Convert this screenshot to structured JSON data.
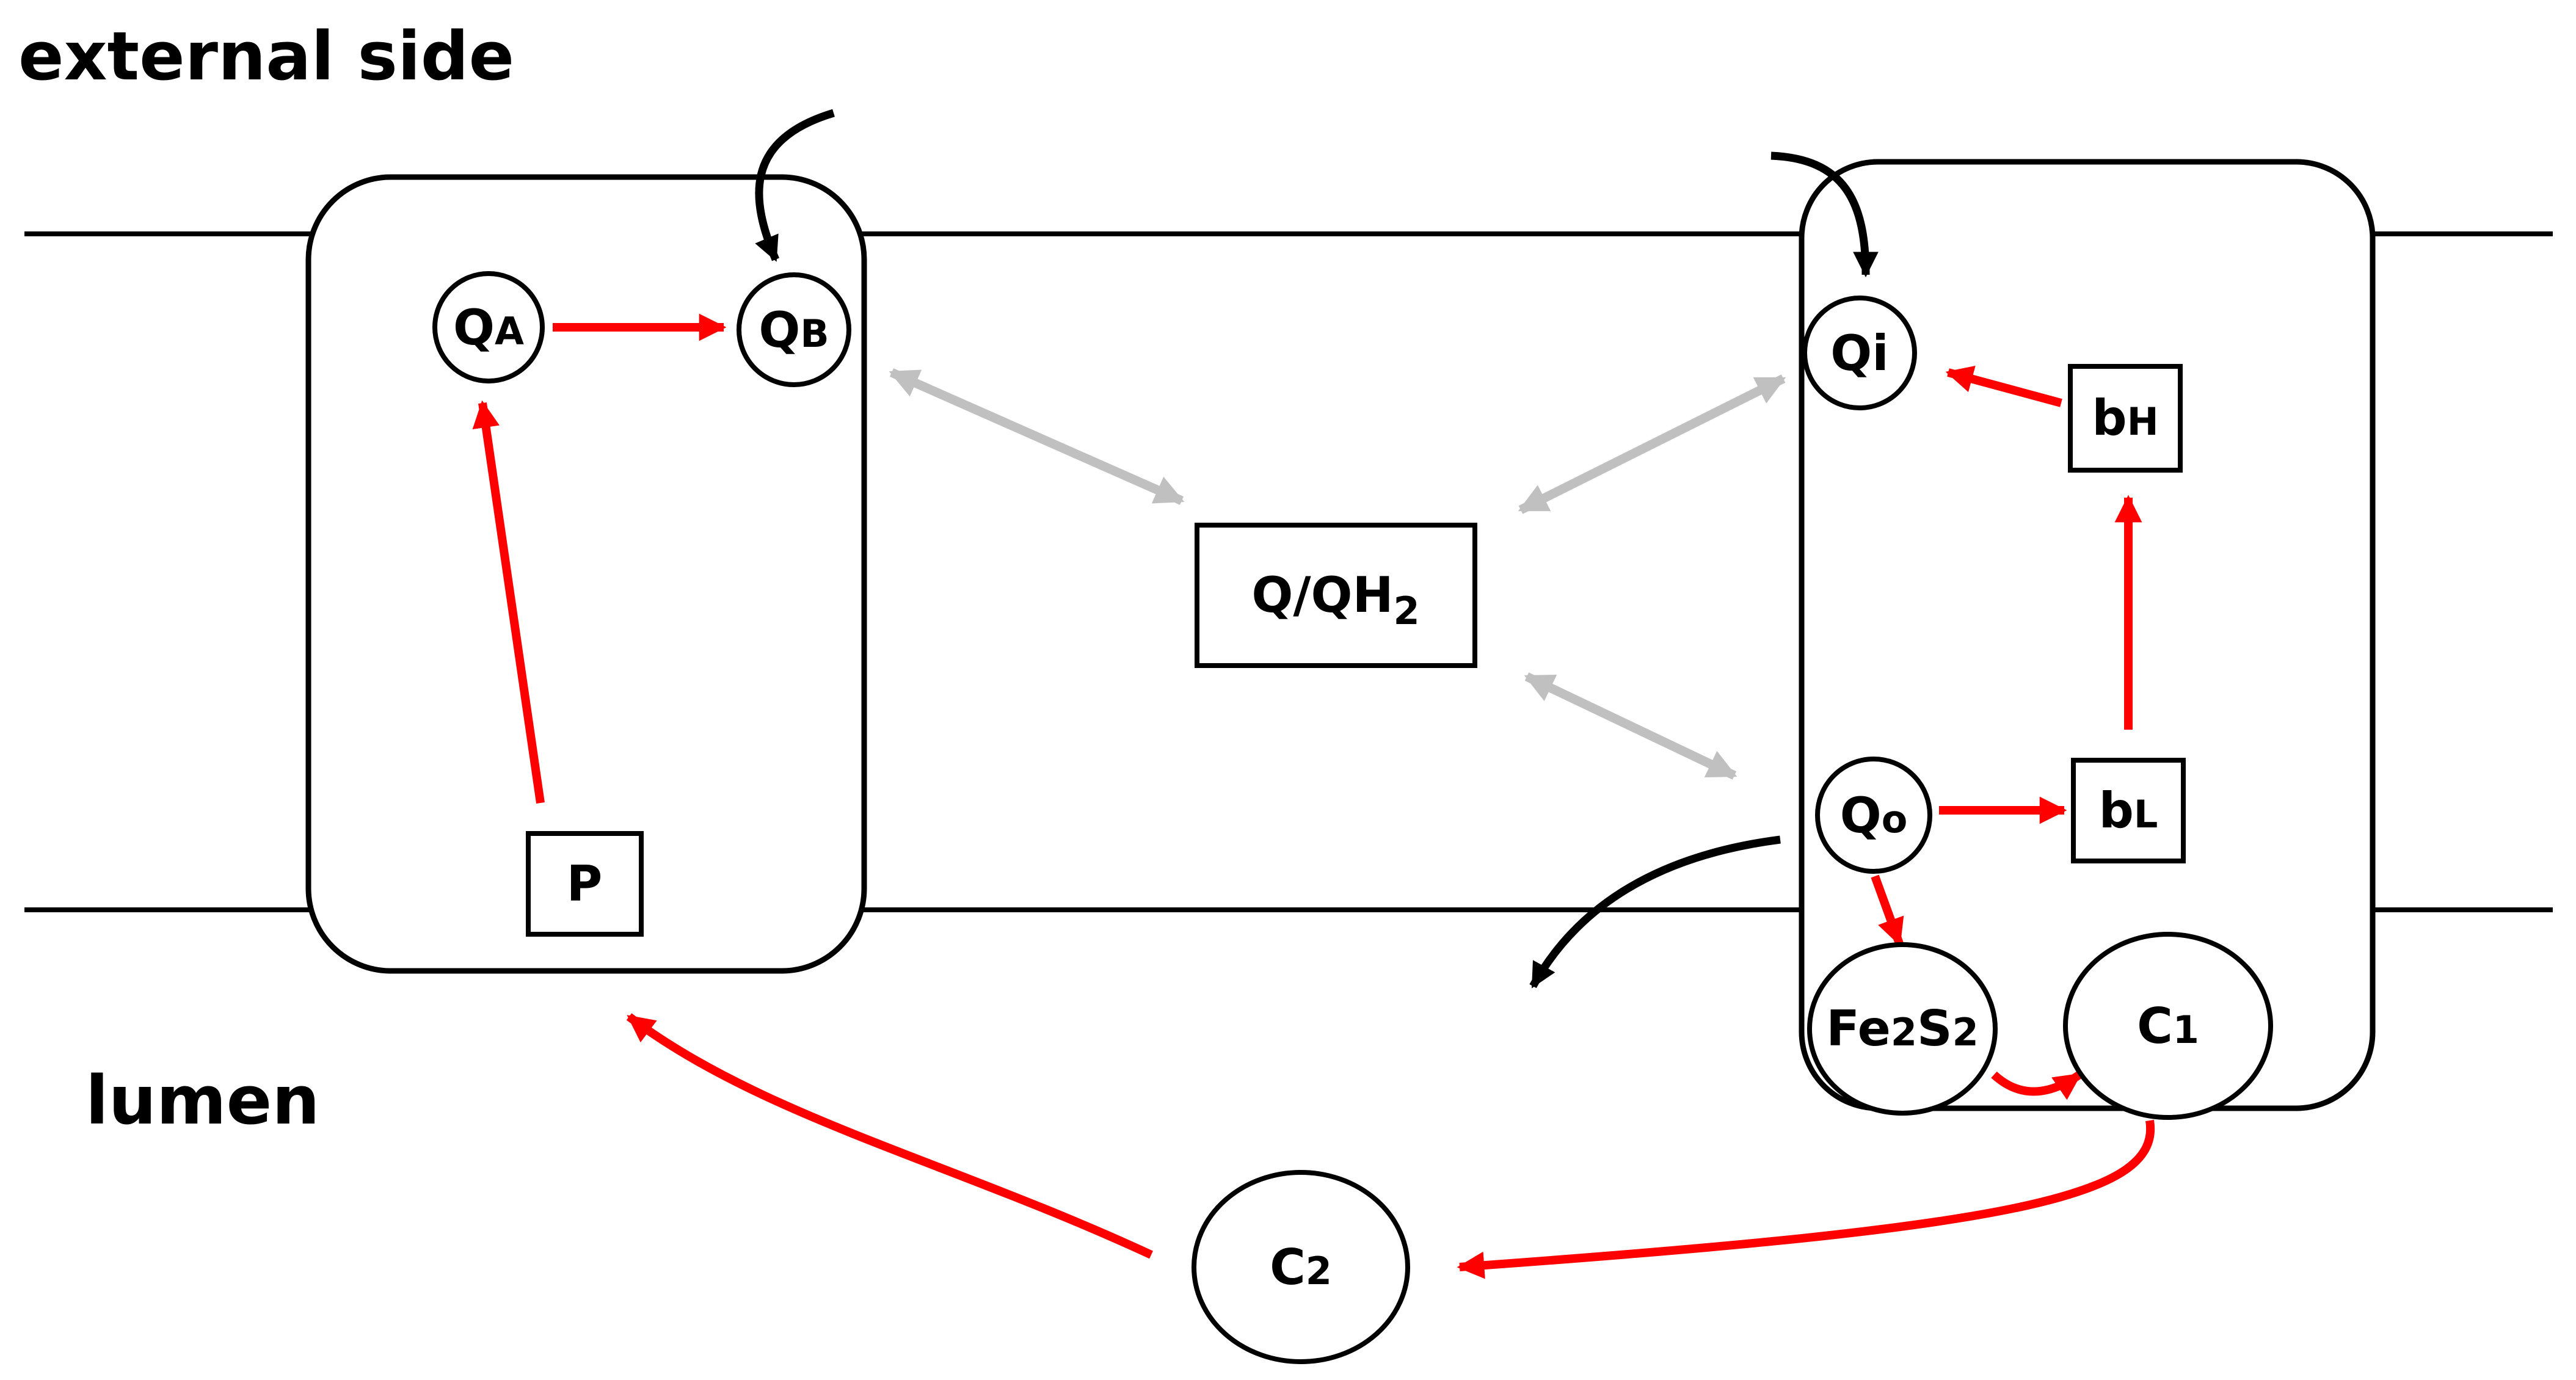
{
  "regions": {
    "external_side": "external side",
    "lumen": "lumen"
  },
  "reaction_center": {
    "qa": {
      "main": "Q",
      "sub": "A"
    },
    "qb": {
      "main": "Q",
      "sub": "B"
    },
    "p": "P"
  },
  "quinone_pool": {
    "main": "Q/QH",
    "sub": "2"
  },
  "bc1_complex": {
    "qi": "Qi",
    "bh": {
      "main": "b",
      "sub": "H"
    },
    "qo": {
      "main": "Q",
      "sub": "o"
    },
    "bl": {
      "main": "b",
      "sub": "L"
    },
    "fe2s2": {
      "a": "Fe",
      "b": "2",
      "c": "S",
      "d": "2"
    },
    "c1": {
      "main": "C",
      "sub": "1"
    }
  },
  "cytochrome_c2": {
    "main": "C",
    "sub": "2"
  },
  "colors": {
    "electron_flow": "#ff0000",
    "quinone_diffusion": "#c0c0c0",
    "proton_flow": "#000000",
    "outline": "#000000"
  }
}
